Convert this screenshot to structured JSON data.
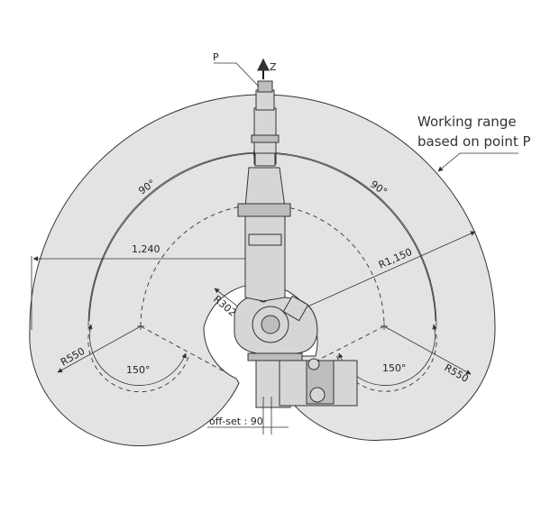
{
  "labels": {
    "point_p": "P",
    "axis_z": "Z",
    "working_range_line1": "Working range",
    "working_range_line2": "based on point P",
    "angle_top_left": "90°",
    "angle_top_right": "90°",
    "reach_horizontal": "1,240",
    "radius_main": "R1,150",
    "radius_inner": "R302",
    "radius_left": "R550",
    "radius_right": "R550",
    "angle_bottom_left": "150°",
    "angle_bottom_right": "150°",
    "offset": "off-set : 90"
  },
  "colors": {
    "range_fill": "#e3e3e3",
    "line": "#333333",
    "robot_fill": "#d6d6d6"
  }
}
